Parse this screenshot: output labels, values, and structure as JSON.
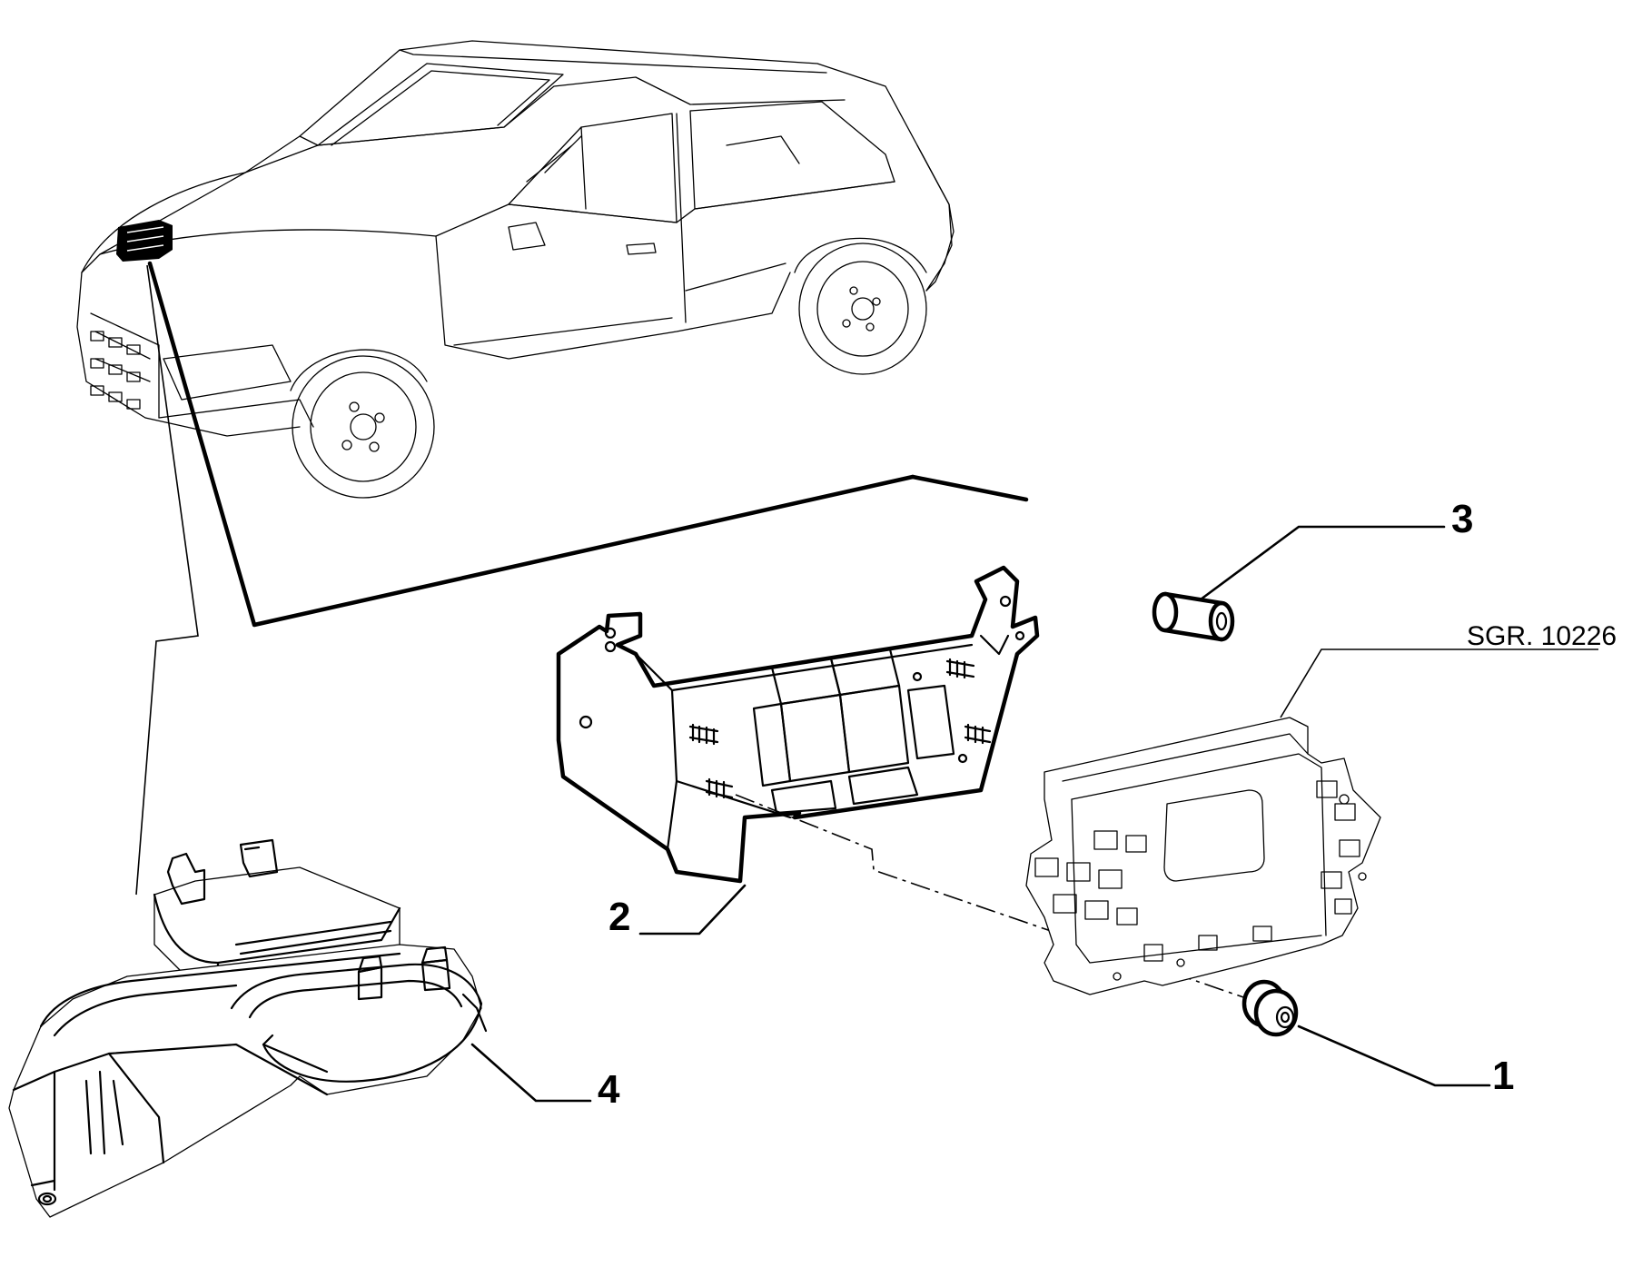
{
  "figure": {
    "reference": "SGR. 10226",
    "callouts": [
      {
        "id": "1",
        "label": "1"
      },
      {
        "id": "2",
        "label": "2"
      },
      {
        "id": "3",
        "label": "3"
      },
      {
        "id": "4",
        "label": "4"
      }
    ]
  }
}
